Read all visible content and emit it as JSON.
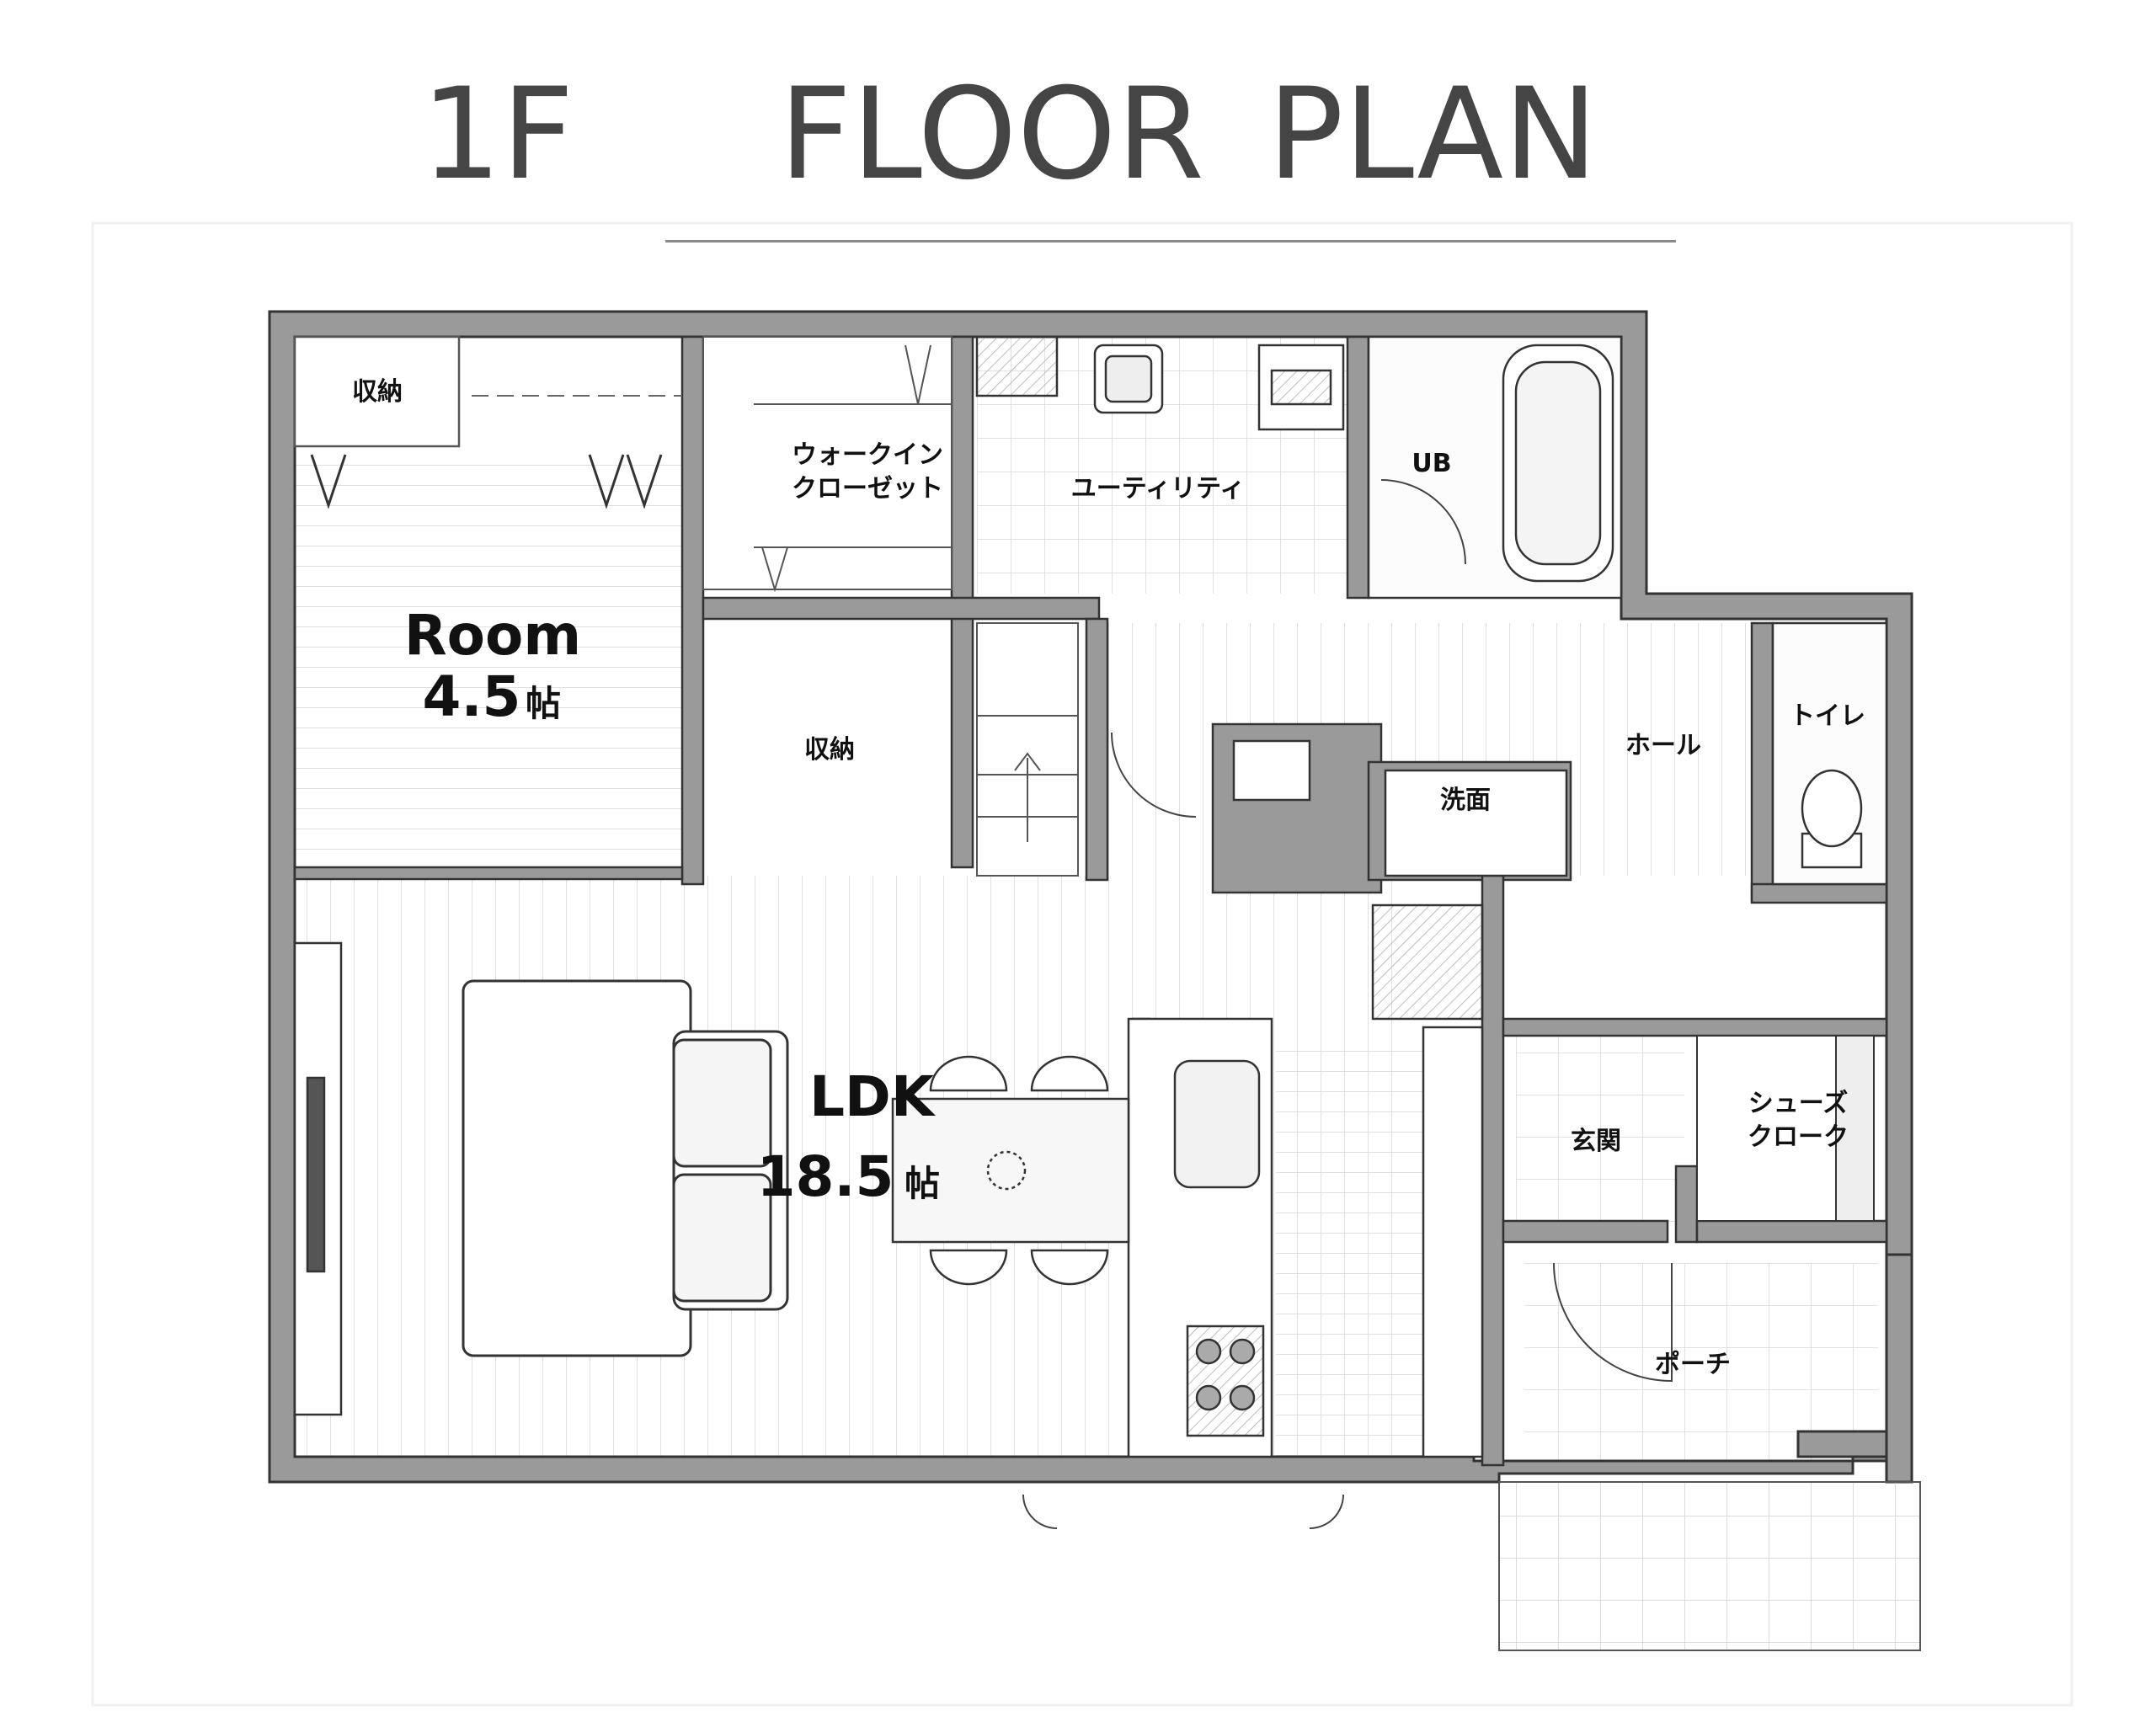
{
  "title": {
    "floor": "1F",
    "word1": "FLOOR",
    "word2": "PLAN"
  },
  "rooms": {
    "room_name": "Room",
    "room_size": "4.5",
    "room_unit": "帖",
    "ldk_name": "LDK",
    "ldk_size": "18.5",
    "ldk_unit": "帖",
    "storage_1": "収納",
    "storage_2": "収納",
    "walk_in_closet_line1": "ウォークイン",
    "walk_in_closet_line2": "クローゼット",
    "utility": "ユーティリティ",
    "unit_bath": "UB",
    "toilet": "トイレ",
    "hall": "ホール",
    "washroom": "洗面",
    "entrance": "玄関",
    "shoe_closet_line1": "シューズ",
    "shoe_closet_line2": "クローク",
    "porch": "ポーチ"
  },
  "colors": {
    "wall": "#8f8f8f",
    "wall_edge": "#3a3a3a",
    "line": "#444444",
    "floor_line": "#cfcfcf",
    "tile_line": "#d4d4d4"
  }
}
